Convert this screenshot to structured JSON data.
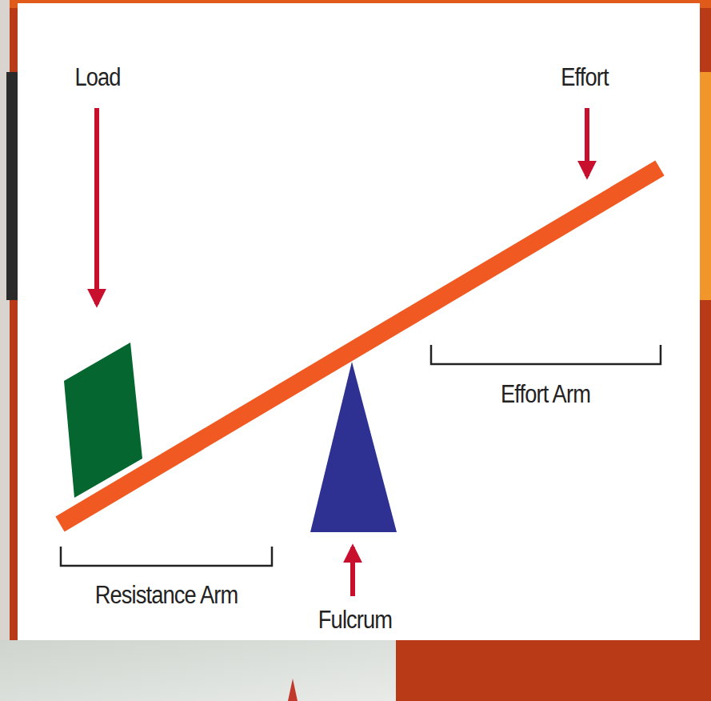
{
  "diagram": {
    "labels": [
      "Load",
      "Effort",
      "Effort Arm",
      "Resistance Arm",
      "Fulcrum"
    ]
  }
}
